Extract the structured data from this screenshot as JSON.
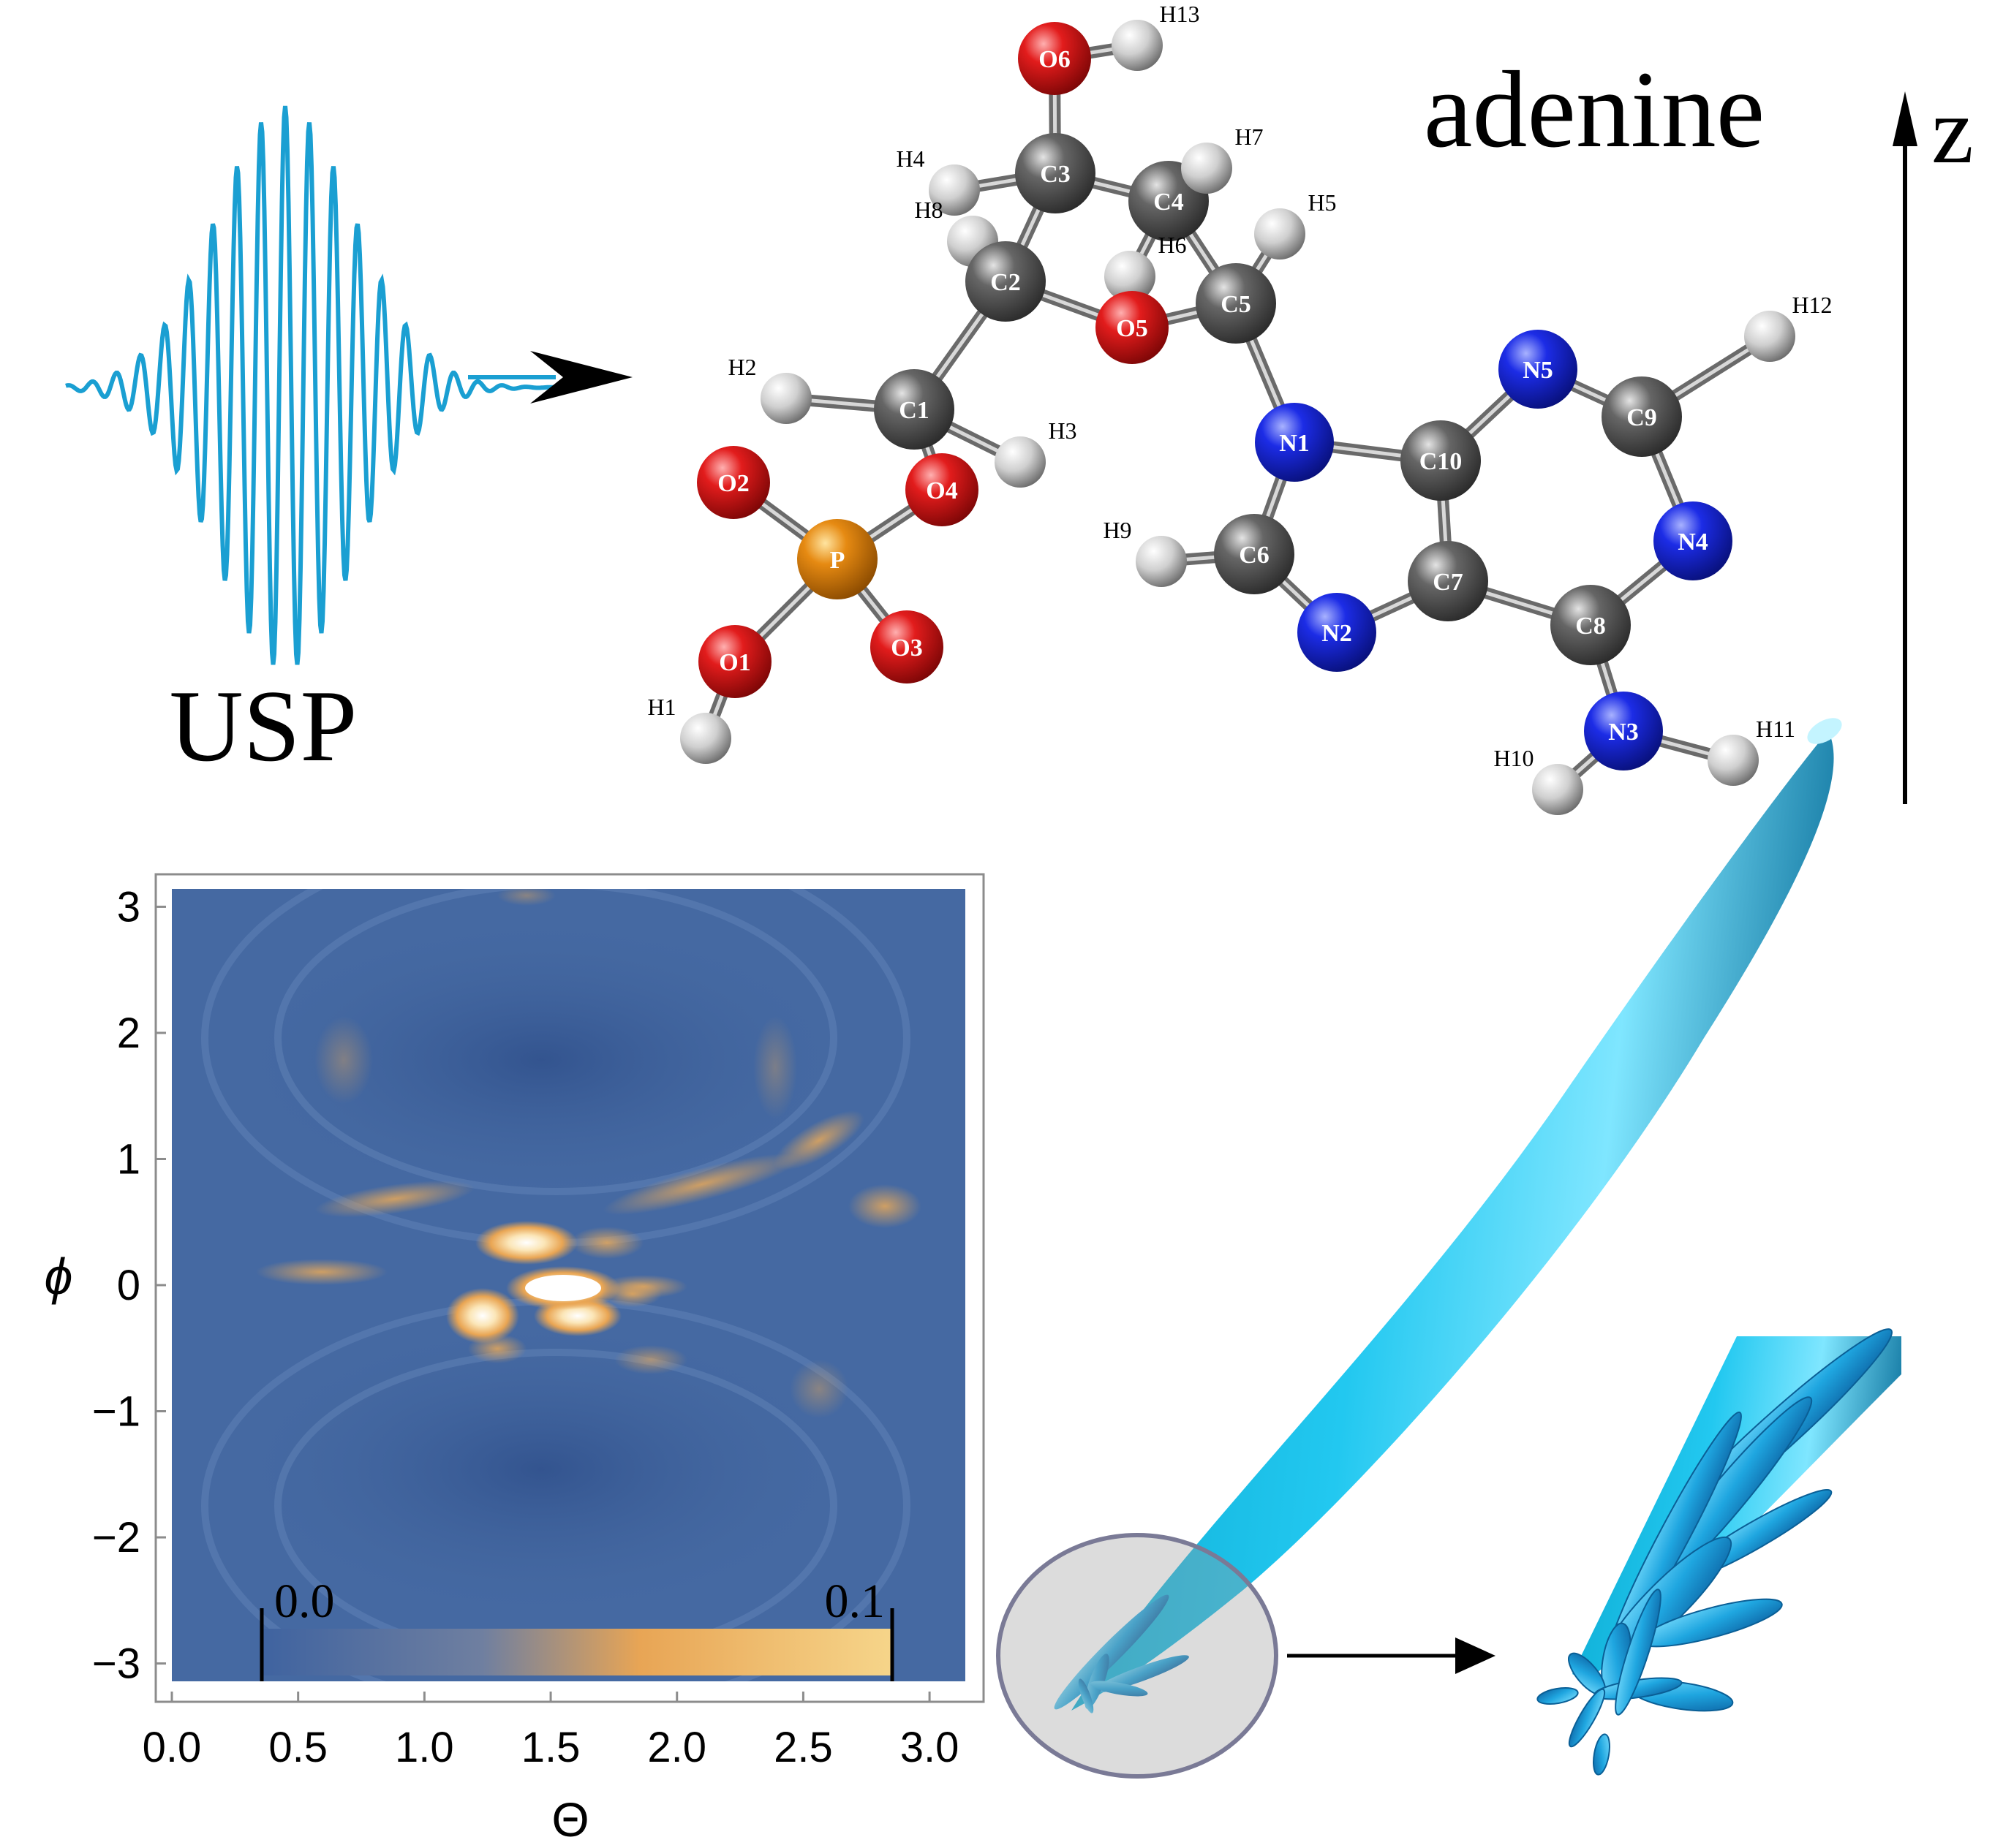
{
  "figure": {
    "pulse_label": "USP",
    "molecule_label": "adenine",
    "axis_label": "z"
  },
  "molecule": {
    "atoms": [
      {
        "label": "O6",
        "el": "O"
      },
      {
        "label": "H13",
        "el": "H"
      },
      {
        "label": "C3",
        "el": "C"
      },
      {
        "label": "H4",
        "el": "H"
      },
      {
        "label": "C4",
        "el": "C"
      },
      {
        "label": "H7",
        "el": "H"
      },
      {
        "label": "H8",
        "el": "H"
      },
      {
        "label": "C2",
        "el": "C"
      },
      {
        "label": "H6",
        "el": "H"
      },
      {
        "label": "O5",
        "el": "O"
      },
      {
        "label": "C5",
        "el": "C"
      },
      {
        "label": "H5",
        "el": "H"
      },
      {
        "label": "H2",
        "el": "H"
      },
      {
        "label": "C1",
        "el": "C"
      },
      {
        "label": "H3",
        "el": "H"
      },
      {
        "label": "O2",
        "el": "O"
      },
      {
        "label": "O4",
        "el": "O"
      },
      {
        "label": "P",
        "el": "P"
      },
      {
        "label": "O3",
        "el": "O"
      },
      {
        "label": "O1",
        "el": "O"
      },
      {
        "label": "H1",
        "el": "H"
      },
      {
        "label": "N1",
        "el": "N"
      },
      {
        "label": "C10",
        "el": "C"
      },
      {
        "label": "N5",
        "el": "N"
      },
      {
        "label": "C9",
        "el": "C"
      },
      {
        "label": "H12",
        "el": "H"
      },
      {
        "label": "N4",
        "el": "N"
      },
      {
        "label": "C6",
        "el": "C"
      },
      {
        "label": "H9",
        "el": "H"
      },
      {
        "label": "C7",
        "el": "C"
      },
      {
        "label": "N2",
        "el": "N"
      },
      {
        "label": "C8",
        "el": "C"
      },
      {
        "label": "N3",
        "el": "N"
      },
      {
        "label": "H10",
        "el": "H"
      },
      {
        "label": "H11",
        "el": "H"
      }
    ],
    "colors": {
      "C": "#4a4a4a",
      "O": "#d61a1a",
      "N": "#1f2fd8",
      "H": "#c8c8c8",
      "P": "#e0870f"
    }
  },
  "chart_data": {
    "type": "heatmap",
    "xlabel": "Θ",
    "ylabel": "ϕ",
    "xlim": [
      0,
      3.14159
    ],
    "ylim": [
      -3.14159,
      3.14159
    ],
    "xticks": [
      "0.0",
      "0.5",
      "1.0",
      "1.5",
      "2.0",
      "2.5",
      "3.0"
    ],
    "yticks": [
      "3",
      "2",
      "1",
      "0",
      "−1",
      "−2",
      "−3"
    ],
    "colorbar": {
      "min_label": "0.0",
      "max_label": "0.1",
      "vmin": 0.0,
      "vmax": 0.1,
      "colors": [
        "#3f63a0",
        "#e8a555",
        "#f6d58a"
      ]
    },
    "background_color": "#4569a2",
    "peak_location": {
      "theta": 1.57,
      "phi": 0.0
    }
  }
}
